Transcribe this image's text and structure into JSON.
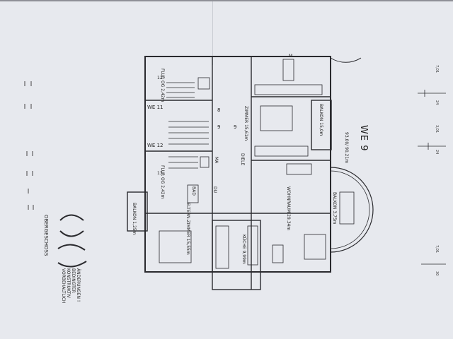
{
  "document": {
    "unit_title": "WE 9",
    "area": "93,00/ 90,21m",
    "floor": "OBERGESCHOSS",
    "stamp_lines": [
      "VORBEHALTLICH",
      "KONSTRUKTIV",
      "BEDINGTER",
      "ÄNDERUNGEN !"
    ],
    "rooms": [
      {
        "name": "BALKON 15,0m",
        "id": "balkon-top"
      },
      {
        "name": "ZIMMER 15,61m",
        "id": "zimmer"
      },
      {
        "name": "DIELE",
        "id": "diele"
      },
      {
        "name": "WOHNRAUM 29,34m",
        "id": "wohnraum"
      },
      {
        "name": "BALKON 3,75m",
        "id": "balkon-round"
      },
      {
        "name": "KÜCHE 9,99m",
        "id": "kueche"
      },
      {
        "name": "ELTERN-ZIMMER 15,55m",
        "id": "eltern"
      },
      {
        "name": "BALKON 1,25m",
        "id": "balkon-left"
      },
      {
        "name": "BAD",
        "id": "bad"
      },
      {
        "name": "DU",
        "id": "du"
      },
      {
        "name": "MA",
        "id": "ma"
      },
      {
        "name": "FLUR OG 2,42m",
        "id": "flur-top"
      },
      {
        "name": "FLUR OG 2,42m",
        "id": "flur-bottom"
      }
    ],
    "units": [
      "WE 11",
      "WE 12"
    ],
    "dimensions": [
      "7,01",
      "24",
      "3,01",
      "24",
      "7,01",
      "30"
    ],
    "marks": [
      "M",
      "8",
      "9",
      "9",
      "12",
      "13"
    ]
  }
}
